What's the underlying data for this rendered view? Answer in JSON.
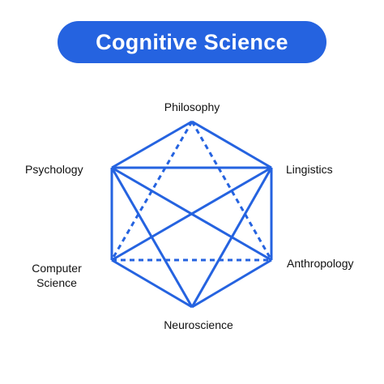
{
  "title": "Cognitive Science",
  "colors": {
    "accent": "#2563e0",
    "title_text": "#ffffff",
    "label_text": "#111111"
  },
  "nodes": [
    {
      "id": "philosophy",
      "label": "Philosophy"
    },
    {
      "id": "psychology",
      "label": "Psychology"
    },
    {
      "id": "lingistics",
      "label": "Lingistics"
    },
    {
      "id": "computer-science",
      "label": "Computer Science"
    },
    {
      "id": "anthropology",
      "label": "Anthropology"
    },
    {
      "id": "neuroscience",
      "label": "Neuroscience"
    }
  ],
  "edges_solid": [
    [
      "philosophy",
      "lingistics"
    ],
    [
      "lingistics",
      "anthropology"
    ],
    [
      "anthropology",
      "neuroscience"
    ],
    [
      "neuroscience",
      "computer-science"
    ],
    [
      "computer-science",
      "psychology"
    ],
    [
      "psychology",
      "philosophy"
    ],
    [
      "psychology",
      "lingistics"
    ],
    [
      "psychology",
      "anthropology"
    ],
    [
      "psychology",
      "neuroscience"
    ],
    [
      "lingistics",
      "computer-science"
    ],
    [
      "lingistics",
      "neuroscience"
    ]
  ],
  "edges_dashed": [
    [
      "philosophy",
      "computer-science"
    ],
    [
      "philosophy",
      "anthropology"
    ],
    [
      "computer-science",
      "anthropology"
    ]
  ]
}
